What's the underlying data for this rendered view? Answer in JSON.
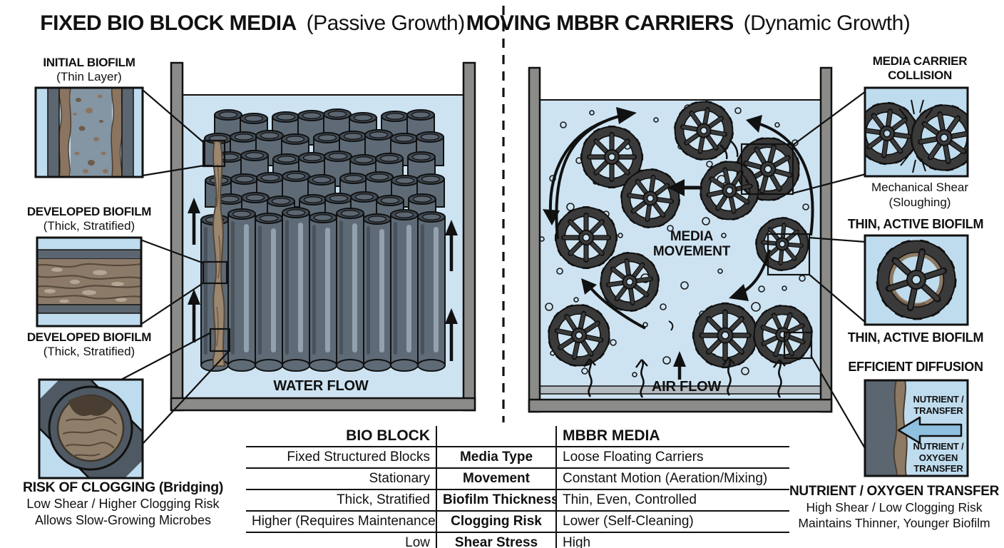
{
  "left_panel": {
    "title_bold": "FIXED BIO BLOCK MEDIA",
    "title_light": "(Passive Growth)",
    "tank_label": "WATER FLOW",
    "insets": {
      "initial_biofilm": {
        "title": "INITIAL BIOFILM",
        "subtitle": "(Thin Layer)"
      },
      "developed_biofilm_top": {
        "title": "DEVELOPED BIOFILM",
        "subtitle": "(Thick, Stratified)"
      },
      "developed_biofilm_bottom": {
        "title": "DEVELOPED BIOFILM",
        "subtitle": "(Thick, Stratified)"
      },
      "clogging": {
        "title": "RISK OF CLOGGING (Bridging)",
        "line1": "Low Shear / Higher Clogging Risk",
        "line2": "Allows Slow-Growing Microbes"
      }
    }
  },
  "right_panel": {
    "title_bold": "MOVING MBBR CARRIERS",
    "title_light": "(Dynamic Growth)",
    "tank_labels": {
      "media_movement_line1": "MEDIA",
      "media_movement_line2": "MOVEMENT",
      "air_flow": "AIR FLOW"
    },
    "insets": {
      "collision": {
        "title_line1": "MEDIA CARRIER",
        "title_line2": "COLLISION",
        "caption_line1": "Mechanical Shear",
        "caption_line2": "(Sloughing)"
      },
      "thin_biofilm": {
        "title_top": "THIN, ACTIVE BIOFILM",
        "title_bottom": "THIN, ACTIVE BIOFILM"
      },
      "diffusion": {
        "title": "EFFICIENT DIFFUSION",
        "label_top_line1": "NUTRIENT /",
        "label_top_line2": "TRANSFER",
        "label_bottom_line1": "NUTRIENT /",
        "label_bottom_line2": "OXYGEN",
        "label_bottom_line3": "TRANSFER",
        "footer_title": "NUTRIENT / OXYGEN TRANSFER",
        "footer_line1": "High Shear / Low Clogging Risk",
        "footer_line2": "Maintains Thinner, Younger Biofilm"
      }
    }
  },
  "table": {
    "headers": {
      "left": "BIO BLOCK",
      "center": "",
      "right": "MBBR MEDIA"
    },
    "rows": [
      {
        "left": "Fixed Structured Blocks",
        "center": "Media Type",
        "right": "Loose Floating Carriers"
      },
      {
        "left": "Stationary",
        "center": "Movement",
        "right": "Constant Motion (Aeration/Mixing)"
      },
      {
        "left": "Thick, Stratified",
        "center": "Biofilm Thickness",
        "right": "Thin, Even, Controlled"
      },
      {
        "left": "Higher (Requires Maintenance)",
        "center": "Clogging Risk",
        "right": "Lower (Self-Cleaning)"
      },
      {
        "left": "Low",
        "center": "Shear Stress",
        "right": "High"
      }
    ]
  },
  "colors": {
    "water": "#cde3f2",
    "inset_water": "#bfdcee",
    "tank_wall": "#8b8b89",
    "gear": "#3a3a3a",
    "tube_body": "#5e6b77",
    "tube_top": "#424c56",
    "biofilm_brown": "#8d7a64",
    "slate": "#5c6670",
    "arrow_blue": "#8fc0e0",
    "ink": "#111111"
  }
}
